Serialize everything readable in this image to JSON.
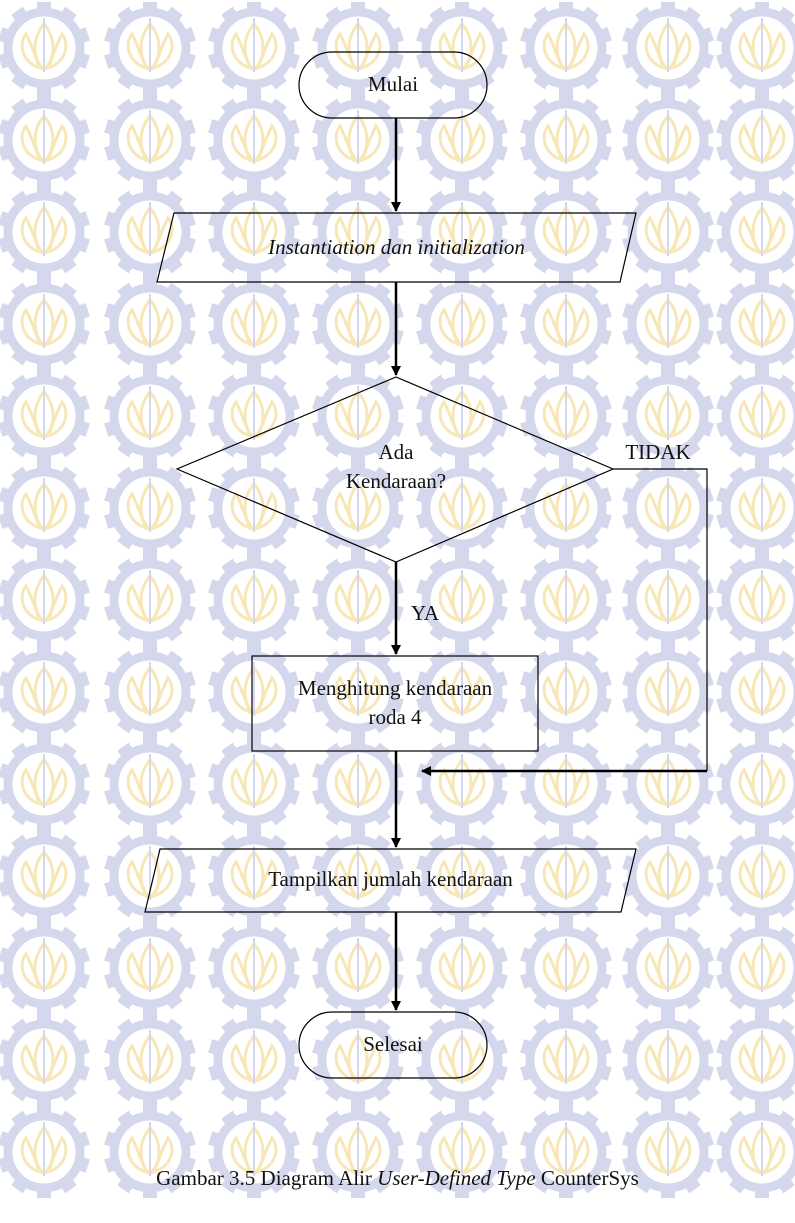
{
  "flowchart": {
    "start": "Mulai",
    "init": "Instantiation dan  initialization",
    "decision_line1": "Ada",
    "decision_line2": "Kendaraan?",
    "no_label": "TIDAK",
    "yes_label": "YA",
    "process_line1": "Menghitung kendaraan",
    "process_line2": "roda 4",
    "output": "Tampilkan jumlah kendaraan",
    "end": "Selesai"
  },
  "caption": {
    "prefix": "Gambar 3.5 Diagram Alir ",
    "italic": "User-Defined Type",
    "suffix": " CounterSys"
  },
  "watermark": {
    "gear_color": "#c7cce6",
    "petal_color": "#f5dfa0"
  }
}
